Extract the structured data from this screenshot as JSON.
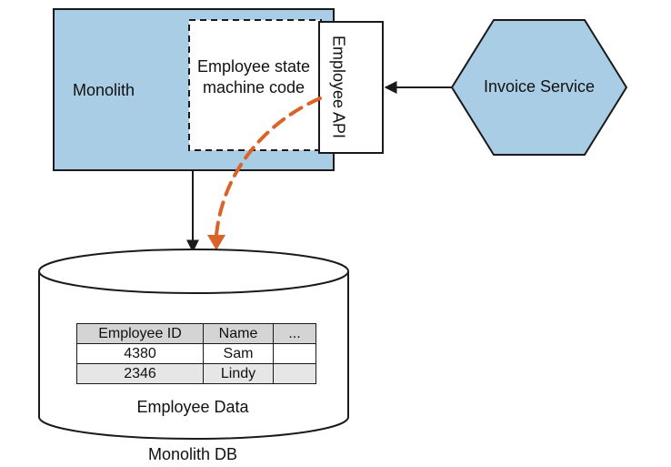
{
  "monolith": {
    "label": "Monolith"
  },
  "state_machine": {
    "label": "Employee state machine code"
  },
  "employee_api": {
    "label": "Employee API"
  },
  "invoice_service": {
    "label": "Invoice Service"
  },
  "database": {
    "label": "Monolith DB",
    "table_label": "Employee Data",
    "table": {
      "headers": [
        "Employee ID",
        "Name",
        "..."
      ],
      "rows": [
        [
          "4380",
          "Sam",
          ""
        ],
        [
          "2346",
          "Lindy",
          ""
        ]
      ]
    }
  },
  "colors": {
    "box_fill": "#a9cde5",
    "dashed_arrow": "#d9632a",
    "stroke": "#1a1a1a"
  }
}
